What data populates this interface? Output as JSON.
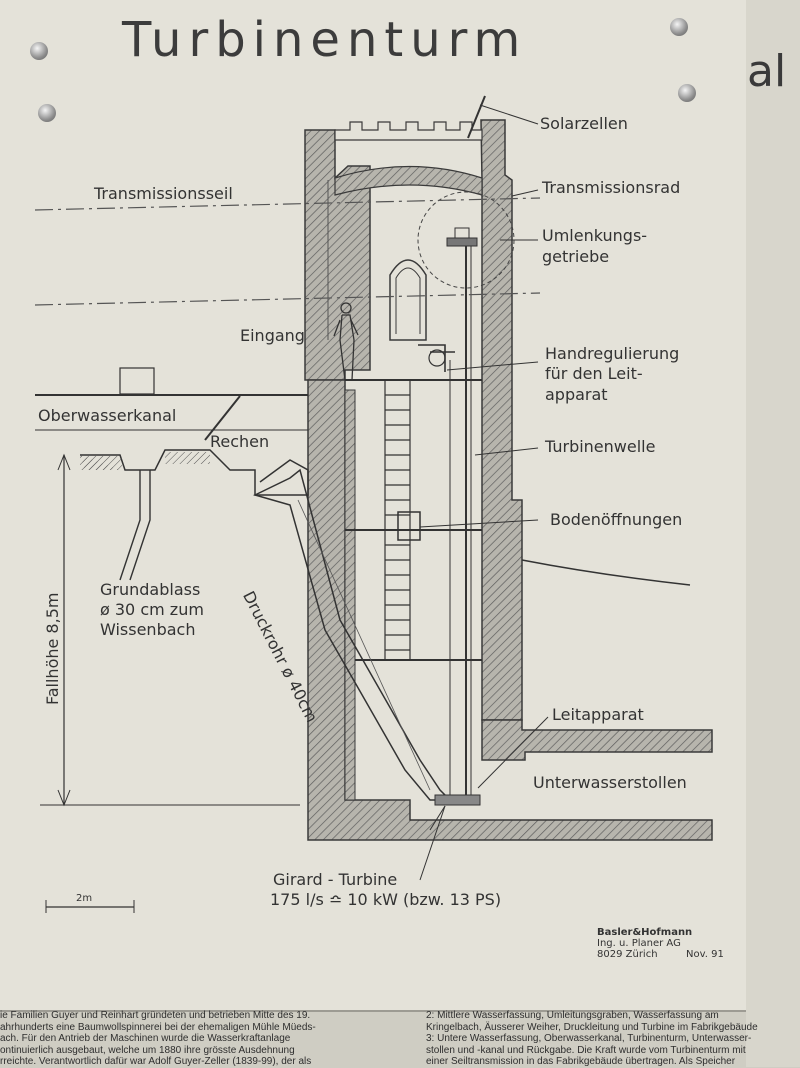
{
  "title": "Turbinenturm",
  "side_fragment": "al",
  "labels": {
    "solarzellen": "Solarzellen",
    "transmissionsseil": "Transmissionsseil",
    "transmissionsrad": "Transmissionsrad",
    "umlenkungs_1": "Umlenkungs-",
    "umlenkungs_2": "getriebe",
    "eingang": "Eingang",
    "handregulierung_1": "Handregulierung",
    "handregulierung_2": "für den Leit-",
    "handregulierung_3": "apparat",
    "oberwasserkanal": "Oberwasserkanal",
    "rechen": "Rechen",
    "turbinenwelle": "Turbinenwelle",
    "bodenoeffnungen": "Bodenöffnungen",
    "druckrohr": "Druckrohr ø 40cm",
    "grundablass_1": "Grundablass",
    "grundablass_2": "ø 30 cm  zum",
    "grundablass_3": "Wissenbach",
    "fallhoehe": "Fallhöhe 8,5m",
    "leitapparat": "Leitapparat",
    "unterwasserstollen": "Unterwasserstollen",
    "girard_1": "Girard - Turbine",
    "girard_2": "175 l/s  ≏  10 kW  (bzw. 13 PS)",
    "scale": "2m"
  },
  "credit": {
    "firm": "Basler&Hofmann",
    "line2": "Ing. u. Planer AG",
    "line3": "8029 Zürich",
    "date": "Nov. 91"
  },
  "bottom_left": [
    "ie Familien Guyer und Reinhart gründeten und betrieben Mitte des 19.",
    "ahrhunderts eine Baumwollspinnerei bei der ehemaligen Mühle Müeds-",
    "ach. Für den Antrieb der Maschinen wurde die Wasserkraftanlage",
    "ontinuierlich ausgebaut, welche um 1880 ihre grösste Ausdehnung",
    "rreichte. Verantwortlich dafür war Adolf Guyer-Zeller (1839-99), der als"
  ],
  "bottom_right": [
    "2:  Mittlere Wasserfassung, Umleitungsgraben, Wasserfassung am",
    "Kringelbach, Äusserer Weiher, Druckleitung und Turbine im Fabrikgebäude",
    "3:  Untere Wasserfassung, Oberwasserkanal, Turbinenturm, Unterwasser-",
    "stollen und -kanal und Rückgabe. Die Kraft wurde vom Turbinenturm mit",
    "einer Seiltransmission in das Fabrikgebäude übertragen. Als Speicher"
  ]
}
